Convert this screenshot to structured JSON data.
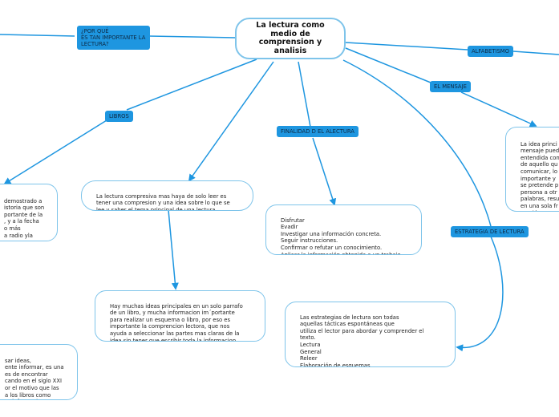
{
  "central": {
    "title": "La lectura como medio de comprension y analisis"
  },
  "labels": {
    "por_que": "¿POR QUÉ\nES TAN IMPORTANTE LA\nLECTURA?",
    "alfabetismo": "ALFABETISMO",
    "el_mensaje": "EL MENSAJE",
    "libros": "LIBROS",
    "finalidad": "FINALIDAD D EL ALECTURA",
    "estrategia": "ESTRATEGIA DE LECTURA"
  },
  "nodes": {
    "por_que_text": "demostrado a\nistoria que son\nportante de la\n, y a la fecha\no más\na radio yla",
    "mensaje_text": "La idea princi\nmensaje pued\nentendida con\nde aquello qu\ncomunicar, lo\nimportante y\nse pretende p\npersona a otr\npalabras, resu\nen una sola fr\noración.",
    "libros_text": "La lectura compresiva mas haya de solo leer es\ntener una compresion y una idea sobre lo que se\nlee y saber el tema principal de una lectura",
    "finalidad_text": "Disfrutar\nEvadir\nInvestigar una información concreta.\nSeguir instrucciones.\nConfirmar o refutar un conocimiento.\nAplicar la información obtenida a un trabajo.",
    "ideas_text": "Hay muchas ideas principales en un solo parrafo\nde un libro, y mucha informacion im´portante\npara realizar un esquema o libro, por eso es\nimportante la comprencion lectora, que nos\nayuda a seleccionar las partes mas claras de  la\nidea sin tener que escribir toda la informacion .",
    "estrategia_text": "Las estrategias de lectura son todas\naquellas tácticas espontáneas que\nutiliza el lector para abordar y comprender el\ntexto.\nLectura\nGeneral\nReleer\nElaboración de esquemas",
    "bottom_left_text": "sar ideas,\nente informar, es una\nes de encontrar\ncando en el siglo XXI\nor el motivo que las\n a los libros como\nar informacion"
  },
  "colors": {
    "link": "#1e96e0",
    "label_bg": "#1e96e0",
    "node_border": "#7ec4ea"
  }
}
